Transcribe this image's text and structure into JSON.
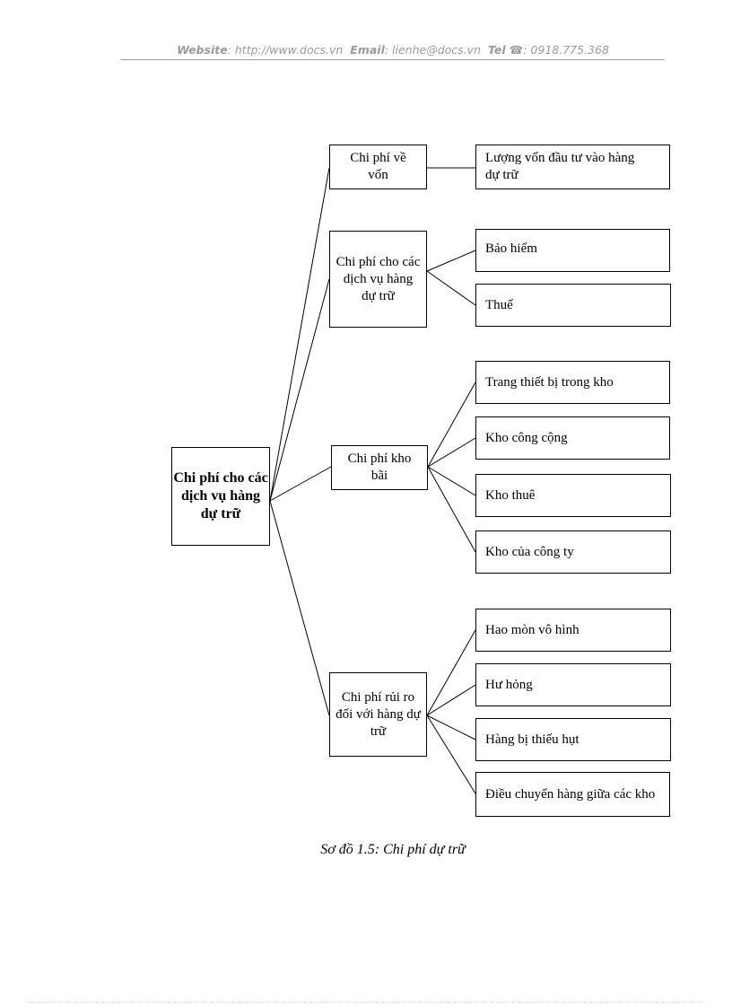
{
  "header": {
    "website_label": "Website",
    "website_value": ": http://www.docs.vn",
    "email_label": "Email",
    "email_value": ": lienhe@docs.vn",
    "tel_label": "Tel",
    "tel_icon": "phone-icon",
    "tel_value": ": 0918.775.368"
  },
  "diagram": {
    "root": "Chi phí cho các dịch vụ hàng dự trữ",
    "branches": [
      {
        "label": "Chi phí về vốn",
        "leaves": [
          "Lượng vốn đầu tư vào hàng dự trữ"
        ]
      },
      {
        "label": "Chi phí cho các dịch vụ hàng dự trữ",
        "leaves": [
          "Bảo hiểm",
          "Thuế"
        ]
      },
      {
        "label": "Chi phí kho bãi",
        "leaves": [
          "Trang thiết bị trong kho",
          "Kho công cộng",
          "Kho thuê",
          "Kho của công ty"
        ]
      },
      {
        "label": "Chi phí rủi ro đối với hàng dự trữ",
        "leaves": [
          "Hao mòn vô hình",
          "Hư hỏng",
          "Hàng bị thiếu hụt",
          "Điều chuyển hàng giữa các kho"
        ]
      }
    ]
  },
  "caption": "Sơ đồ 1.5: Chi phí dự trữ"
}
